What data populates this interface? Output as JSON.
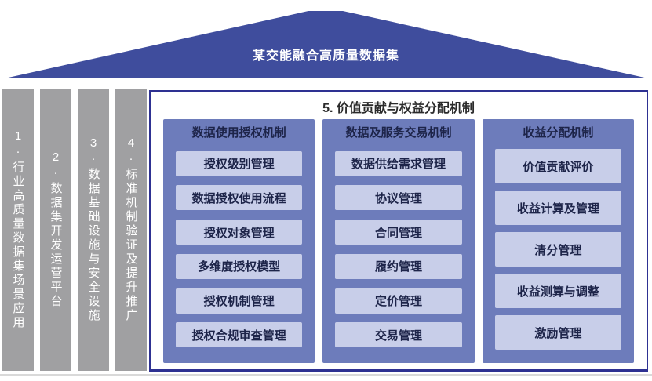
{
  "roof": {
    "label": "某交能融合高质量数据集"
  },
  "pillars": [
    {
      "label": "1·行业高质量数据集场景应用"
    },
    {
      "label": "2·数据集开发运营平台"
    },
    {
      "label": "3·数据基础设施与安全设施"
    },
    {
      "label": "4·标准机制验证及提升推广"
    }
  ],
  "mechanism": {
    "title": "5. 价值贡献与权益分配机制",
    "columns": [
      {
        "header": "数据使用授权机制",
        "items": [
          "授权级别管理",
          "数据授权使用流程",
          "授权对象管理",
          "多维度授权模型",
          "授权机制管理",
          "授权合规审查管理"
        ]
      },
      {
        "header": "数据及服务交易机制",
        "items": [
          "数据供给需求管理",
          "协议管理",
          "合同管理",
          "履约管理",
          "定价管理",
          "交易管理"
        ]
      },
      {
        "header": "收益分配机制",
        "items": [
          "价值贡献评价",
          "收益计算及管理",
          "清分管理",
          "收益测算与调整",
          "激励管理"
        ]
      }
    ]
  },
  "colors": {
    "roof": "#3f4d9d",
    "pillar": "#a0a0a2",
    "panelBorder": "#2e3192",
    "columnBg": "#6d7cbb",
    "itemBg": "#c8cee9",
    "itemText": "#1d2449",
    "titleText": "#2b2b2b",
    "roofText": "#ffffff",
    "pillarText": "#ffffff",
    "groundLine": "#d9d9d9"
  }
}
